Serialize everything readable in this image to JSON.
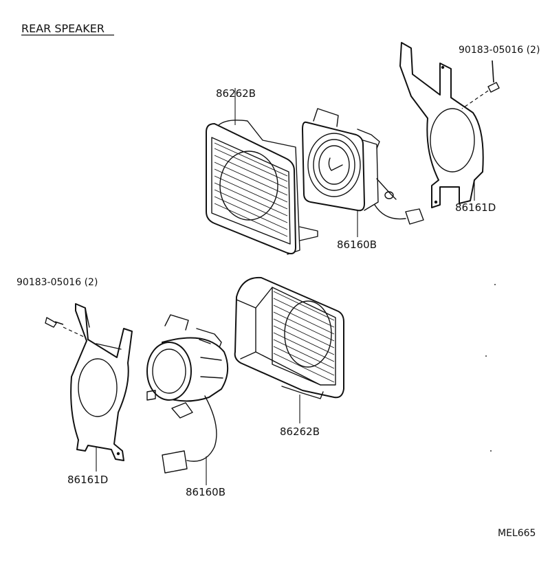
{
  "title": "REAR SPEAKER",
  "labels": {
    "upper_grille": "86262B",
    "upper_speaker": "86160B",
    "upper_bracket": "86161D",
    "upper_screw": "90183-05016 (2)",
    "lower_screw": "90183-05016 (2)",
    "lower_bracket": "86161D",
    "lower_speaker": "86160B",
    "lower_grille": "86262B"
  },
  "diagram_code": "MEL665"
}
